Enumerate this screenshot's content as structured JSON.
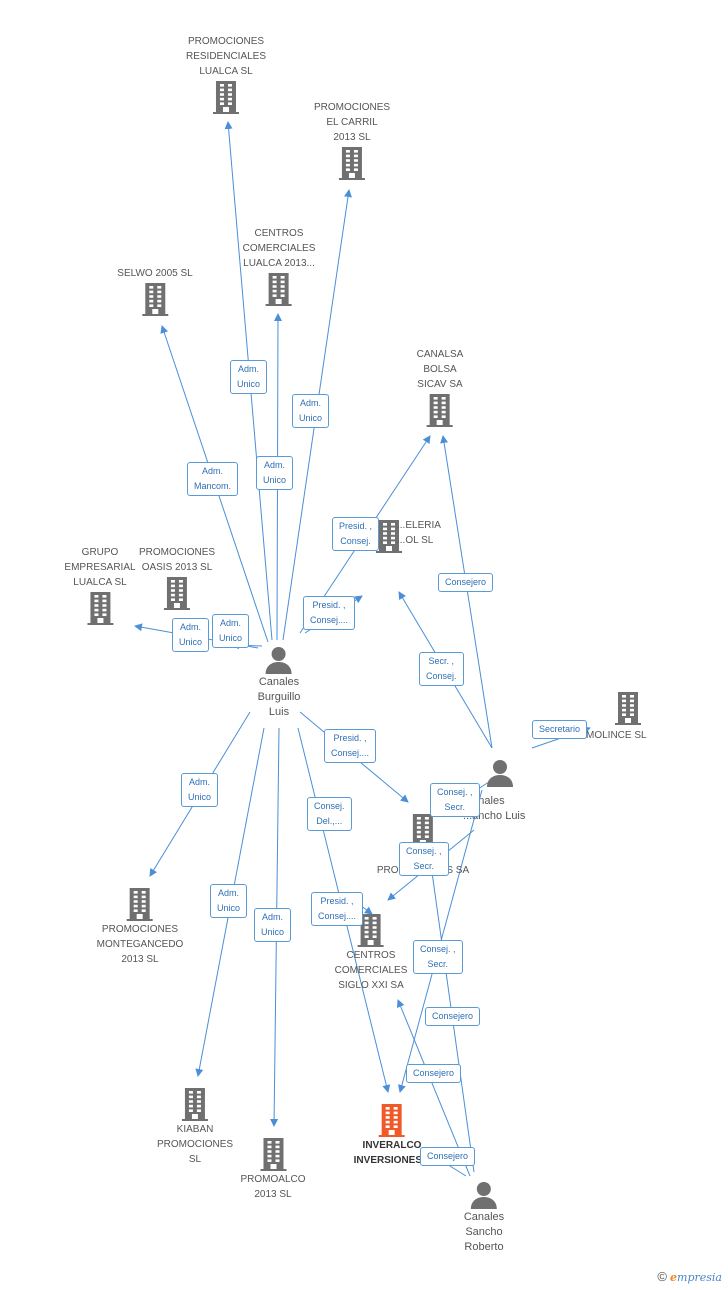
{
  "colors": {
    "edge": "#4a8fd8",
    "company": "#707070",
    "focus_company": "#f05a28",
    "person": "#707070",
    "label_border": "#5b9bd5"
  },
  "nodes": {
    "promociones_residenciales": {
      "lines": [
        "PROMOCIONES",
        "RESIDENCIALES",
        "LUALCA  SL"
      ],
      "icon": "building-icon"
    },
    "promociones_el_carril": {
      "lines": [
        "PROMOCIONES",
        "EL CARRIL",
        "2013  SL"
      ],
      "icon": "building-icon"
    },
    "centros_comerciales_lualca": {
      "lines": [
        "CENTROS",
        "COMERCIALES",
        "LUALCA 2013..."
      ],
      "icon": "building-icon"
    },
    "selwo": {
      "lines": [
        "SELWO 2005 SL"
      ],
      "icon": "building-icon"
    },
    "canalsa_bolsa": {
      "lines": [
        "CANALSA",
        "BOLSA",
        "SICAV SA"
      ],
      "icon": "building-icon"
    },
    "grupo_empresarial": {
      "lines": [
        "GRUPO",
        "EMPRESARIAL",
        "LUALCA  SL"
      ],
      "icon": "building-icon"
    },
    "promociones_oasis": {
      "lines": [
        "PROMOCIONES",
        "OASIS 2013  SL"
      ],
      "icon": "building-icon"
    },
    "hosteleria": {
      "lines": [
        "...ELERIA",
        "...OL SL"
      ],
      "icon": "building-icon"
    },
    "inmolince": {
      "lines": [
        "INMOLINCE SL"
      ],
      "icon": "building-icon"
    },
    "promociones_sa": {
      "lines": [
        "PR...",
        "PROMOCIONES SA"
      ],
      "icon": "building-icon"
    },
    "promociones_montegancedo": {
      "lines": [
        "PROMOCIONES",
        "MONTEGANCEDO",
        "2013  SL"
      ],
      "icon": "building-icon"
    },
    "centros_comerciales_siglo": {
      "lines": [
        "CENTROS",
        "COMERCIALES",
        "SIGLO XXI SA"
      ],
      "icon": "building-icon"
    },
    "kiaban": {
      "lines": [
        "KIABAN",
        "PROMOCIONES",
        "SL"
      ],
      "icon": "building-icon"
    },
    "promoalco": {
      "lines": [
        "PROMOALCO",
        "2013  SL"
      ],
      "icon": "building-icon"
    },
    "inveralco": {
      "lines": [
        "INVERALCO",
        "INVERSIONES..."
      ],
      "icon": "building-icon"
    },
    "canales_burguillo_luis": {
      "lines": [
        "Canales",
        "Burguillo",
        "Luis"
      ],
      "icon": "person-icon"
    },
    "canales_sancho_luis": {
      "lines": [
        "...anales",
        "...ancho Luis"
      ],
      "icon": "person-icon"
    },
    "canales_sancho_roberto": {
      "lines": [
        "Canales",
        "Sancho",
        "Roberto"
      ],
      "icon": "person-icon"
    }
  },
  "edge_labels": [
    {
      "lines": [
        "Adm.",
        "Unico"
      ]
    },
    {
      "lines": [
        "Adm.",
        "Unico"
      ]
    },
    {
      "lines": [
        "Adm.",
        "Unico"
      ]
    },
    {
      "lines": [
        "Adm.",
        "Mancom."
      ]
    },
    {
      "lines": [
        "Presid. ,",
        "Consej."
      ]
    },
    {
      "lines": [
        "Consejero"
      ]
    },
    {
      "lines": [
        "Presid. ,",
        "Consej...."
      ]
    },
    {
      "lines": [
        "Adm.",
        "Unico"
      ]
    },
    {
      "lines": [
        "Adm.",
        "Unico"
      ]
    },
    {
      "lines": [
        "Secr. ,",
        "Consej."
      ]
    },
    {
      "lines": [
        "Secretario"
      ]
    },
    {
      "lines": [
        "Presid. ,",
        "Consej...."
      ]
    },
    {
      "lines": [
        "Adm.",
        "Unico"
      ]
    },
    {
      "lines": [
        "Consej. ,",
        "Secr."
      ]
    },
    {
      "lines": [
        "Consej.",
        "Del.,..."
      ]
    },
    {
      "lines": [
        "Consej. ,",
        "Secr."
      ]
    },
    {
      "lines": [
        "Adm.",
        "Unico"
      ]
    },
    {
      "lines": [
        "Presid. ,",
        "Consej...."
      ]
    },
    {
      "lines": [
        "Adm.",
        "Unico"
      ]
    },
    {
      "lines": [
        "Consej. ,",
        "Secr."
      ]
    },
    {
      "lines": [
        "Consejero"
      ]
    },
    {
      "lines": [
        "Consejero"
      ]
    },
    {
      "lines": [
        "Consejero"
      ]
    }
  ],
  "brand": {
    "copyright": "©",
    "e": "e",
    "rest": "mpresia"
  }
}
